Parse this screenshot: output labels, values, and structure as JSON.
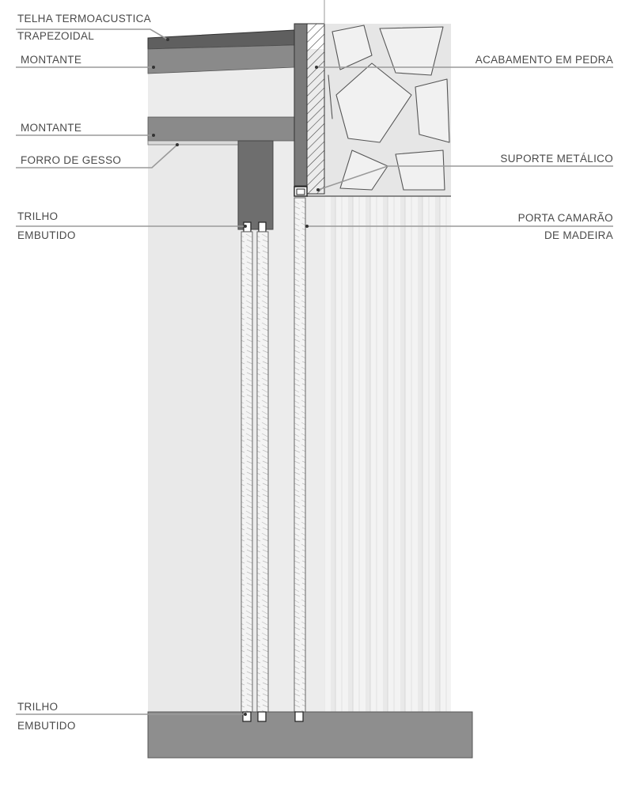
{
  "labels": {
    "telha_line1": "TELHA TERMOACUSTICA",
    "telha_line2": "TRAPEZOIDAL",
    "montante_top": "MONTANTE",
    "montante_mid": "MONTANTE",
    "forro": "FORRO DE GESSO",
    "trilho_top_line1": "TRILHO",
    "trilho_top_line2": "EMBUTIDO",
    "trilho_bottom_line1": "TRILHO",
    "trilho_bottom_line2": "EMBUTIDO",
    "acabamento": "ACABAMENTO EM PEDRA",
    "suporte": "SUPORTE METÁLICO",
    "porta_line1": "PORTA CAMARÃO",
    "porta_line2": "DE MADEIRA"
  },
  "colors": {
    "roof_tile": "#5f5f5f",
    "beam": "#8a8a8a",
    "wall": "#ececec",
    "stone": "#e6e6e6",
    "door": "#f2f2f2",
    "floor": "#8e8e8e",
    "leader": "#9a9a9a"
  }
}
